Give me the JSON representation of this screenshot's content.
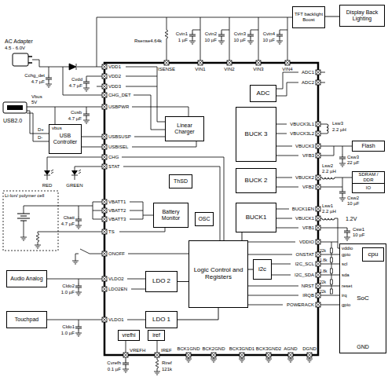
{
  "diagram": {
    "nodes": [
      {
        "text": [
          "TFT backlight Boost"
        ]
      },
      {
        "text": [
          "Display Back Lighting"
        ]
      },
      {
        "text": [
          "ADC"
        ]
      },
      {
        "text": [
          "Linear Charger"
        ]
      },
      {
        "text": [
          "USB Controller"
        ]
      },
      {
        "text": [
          "BUCK 3"
        ]
      },
      {
        "text": [
          "Flash"
        ]
      },
      {
        "text": [
          "SDRAM / DDR"
        ]
      },
      {
        "text": [
          "IO"
        ]
      },
      {
        "text": [
          "ThSD"
        ]
      },
      {
        "text": [
          "BUCK 2"
        ]
      },
      {
        "text": [
          "Battery Monitor"
        ]
      },
      {
        "text": [
          "OSC"
        ]
      },
      {
        "text": [
          "BUCK1"
        ]
      },
      {
        "text": [
          "Logic Control and Registers"
        ]
      },
      {
        "text": [
          "SoC"
        ]
      },
      {
        "text": [
          "cpu"
        ],
        "in": 15
      },
      {
        "text": [
          "i2c"
        ]
      },
      {
        "text": [
          "LDO 2"
        ]
      },
      {
        "text": [
          "Audio Analog"
        ]
      },
      {
        "text": [
          "LDO 1"
        ]
      },
      {
        "text": [
          "Touchpad"
        ]
      },
      {
        "text": [
          "vrefhi"
        ]
      },
      {
        "text": [
          "iref"
        ]
      }
    ],
    "edges": [
      {
        "from": 0,
        "to": 1,
        "arrow": "none"
      },
      {
        "from": 14,
        "to": 17,
        "arrow": "none"
      },
      {
        "from": 14,
        "to": 13,
        "arrow": "none"
      },
      {
        "from": 14,
        "to": 18,
        "arrow": "none"
      },
      {
        "from": 20,
        "to": 14,
        "arrow": "none"
      }
    ],
    "labels": [
      "AC Adapter",
      "4.5 - 6.0V",
      "Cchg_det",
      "4.7 µF",
      "Cvdd",
      "4.7 µF",
      "Vbus",
      "5V",
      "USB2.0",
      "Cusb",
      "4.7 µF",
      "vbus",
      "D+",
      "D-",
      "RED",
      "GREEN",
      "Li-Ion/ polymer cell",
      "Cbatt",
      "4.7 µF",
      "Cldo2",
      "1.0 µF",
      "Cldo1",
      "1.0 µF",
      "Rsense4.64k",
      "Cvin1",
      "1 µF",
      "Cvin2",
      "10 µF",
      "Cvin3",
      "10 µF",
      "Cvin4",
      "10 µF",
      "ISENSE",
      "VIN1",
      "VIN2",
      "VIN3",
      "VIN4",
      "VDD1",
      "VDD2",
      "VDD3",
      "CHG_DET",
      "USBPWR",
      "USBSUSP",
      "USBISEL",
      "CHG",
      "STAT",
      "VBATT1",
      "VBATT2",
      "VBATT3",
      "TS",
      "ONOFF",
      "VLDO2",
      "LDO2EN",
      "VLDO1",
      "ADC1",
      "ADC2",
      "VBUCK3L1",
      "VBUCK3L2",
      "VBUCK3",
      "VFB3",
      "VBUCK2",
      "VFB2",
      "BUCK1EN",
      "VBUCK1",
      "VFB1",
      "VDDIO",
      "ONSTAT",
      "I2C_SCL",
      "I2C_SDA",
      "NRST",
      "IRQB",
      "POWERACK",
      "VREFH",
      "IREF",
      "BCK1GND",
      "BCK2GND",
      "BCK3GND1",
      "BCK3GND2",
      "AGND",
      "DGND",
      "Cvrefh",
      "0.1 µF",
      "Riref",
      "121k",
      "Lsw3",
      "2.2 µH",
      "Csw3",
      "22 µF",
      "Lsw2",
      "2.2 µH",
      "Csw2",
      "10 µF",
      "Lsw1",
      "2.2 µH",
      "1.2V",
      "Csw1",
      "10 µF",
      "22k",
      "1.8k",
      "1.8k",
      "22k",
      "22k",
      "vddio",
      "gpio",
      "scl",
      "sda",
      "reset",
      "irq",
      "gpio",
      "GND"
    ]
  }
}
